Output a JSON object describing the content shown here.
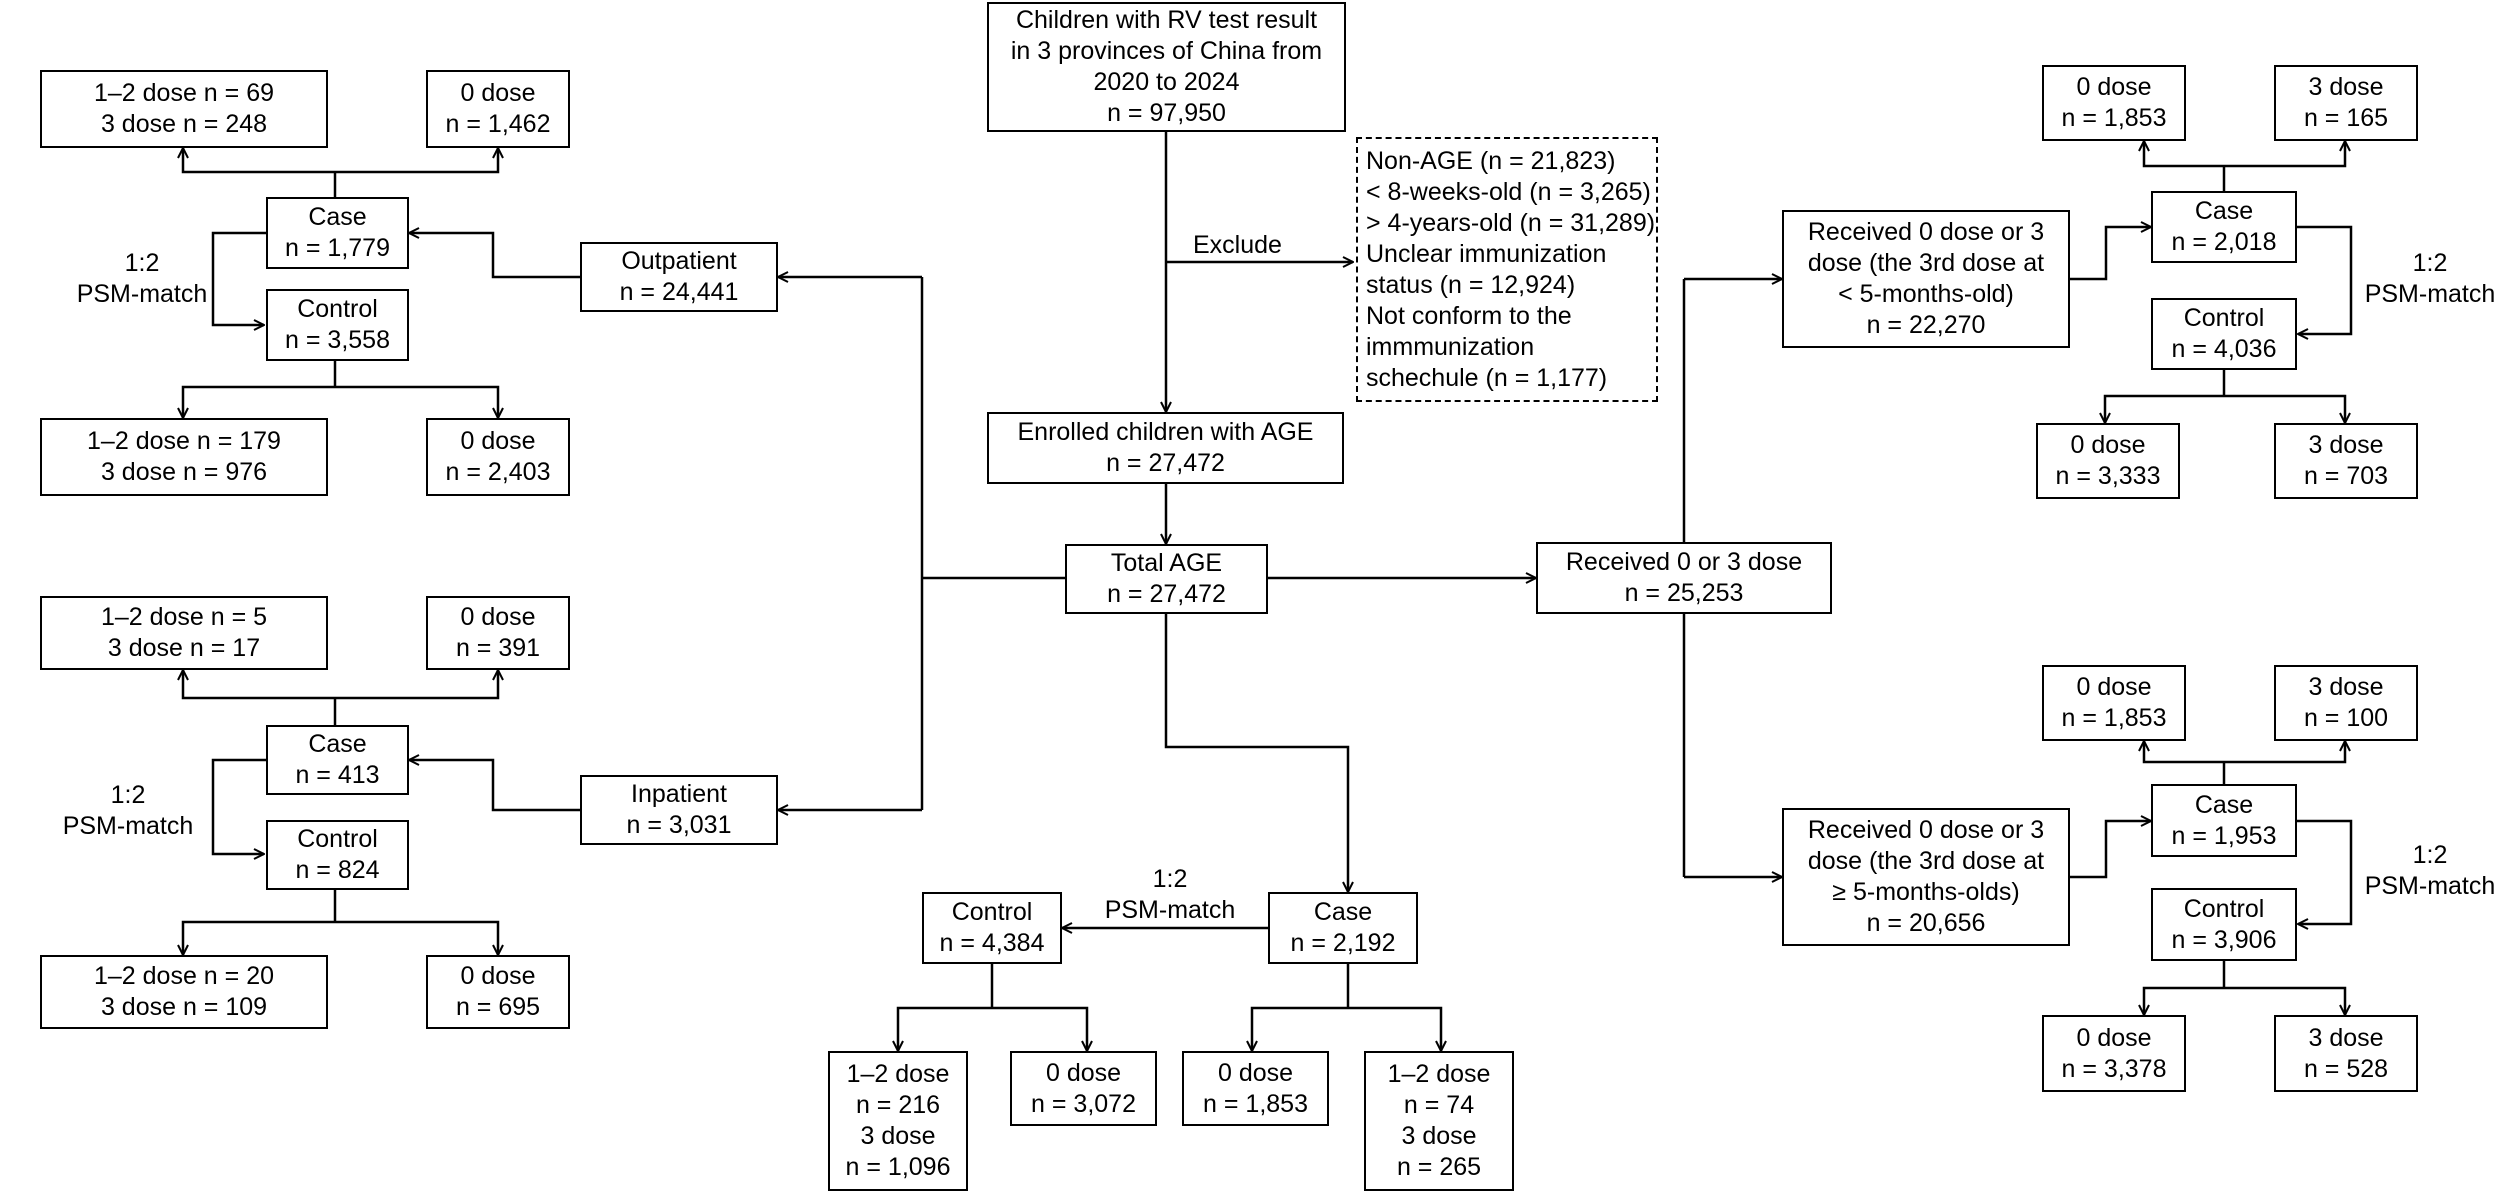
{
  "top": {
    "l1": "Children with RV test result",
    "l2": "in 3 provinces of China from",
    "l3": "2020 to 2024",
    "l4": "n = 97,950"
  },
  "exclude": {
    "label": "Exclude",
    "lines": [
      "Non-AGE (n = 21,823)",
      "< 8-weeks-old (n = 3,265)",
      "> 4-years-old (n = 31,289)",
      "Unclear immunization",
      "status (n = 12,924)",
      "Not conform to the",
      "immmunization",
      "schechule (n = 1,177)"
    ]
  },
  "enrolled": {
    "l1": "Enrolled children with AGE",
    "l2": "n = 27,472"
  },
  "total": {
    "l1": "Total AGE",
    "l2": "n = 27,472"
  },
  "outpatient": {
    "l1": "Outpatient",
    "l2": "n = 24,441"
  },
  "inpatient": {
    "l1": "Inpatient",
    "l2": "n = 3,031"
  },
  "received": {
    "l1": "Received 0 or 3 dose",
    "l2": "n = 25,253"
  },
  "psm_label": {
    "l1": "1:2",
    "l2": "PSM-match"
  },
  "out": {
    "case_top": {
      "l1": "1–2 dose n = 69",
      "l2": "3 dose n = 248"
    },
    "case_zero": {
      "l1": "0 dose",
      "l2": "n = 1,462"
    },
    "case": {
      "l1": "Case",
      "l2": "n = 1,779"
    },
    "control": {
      "l1": "Control",
      "l2": "n = 3,558"
    },
    "ctrl_bot": {
      "l1": "1–2 dose n = 179",
      "l2": "3 dose n = 976"
    },
    "ctrl_zero": {
      "l1": "0 dose",
      "l2": "n = 2,403"
    }
  },
  "inp": {
    "case_top": {
      "l1": "1–2 dose n = 5",
      "l2": "3 dose n = 17"
    },
    "case_zero": {
      "l1": "0 dose",
      "l2": "n = 391"
    },
    "case": {
      "l1": "Case",
      "l2": "n = 413"
    },
    "control": {
      "l1": "Control",
      "l2": "n = 824"
    },
    "ctrl_bot": {
      "l1": "1–2 dose n = 20",
      "l2": "3 dose n = 109"
    },
    "ctrl_zero": {
      "l1": "0 dose",
      "l2": "n = 695"
    }
  },
  "mid": {
    "control": {
      "l1": "Control",
      "l2": "n = 4,384"
    },
    "case": {
      "l1": "Case",
      "l2": "n = 2,192"
    },
    "ctrl_a": {
      "l1": "1–2 dose",
      "l2": "n = 216",
      "l3": "3 dose",
      "l4": "n = 1,096"
    },
    "ctrl_b": {
      "l1": "0 dose",
      "l2": "n = 3,072"
    },
    "case_a": {
      "l1": "0 dose",
      "l2": "n = 1,853"
    },
    "case_b": {
      "l1": "1–2 dose",
      "l2": "n = 74",
      "l3": "3 dose",
      "l4": "n = 265"
    }
  },
  "r1": {
    "rec": {
      "l1": "Received 0 dose or 3",
      "l2": "dose (the 3rd dose at",
      "l3": "< 5-months-old)",
      "l4": "n = 22,270"
    },
    "top0": {
      "l1": "0 dose",
      "l2": "n = 1,853"
    },
    "top3": {
      "l1": "3 dose",
      "l2": "n = 165"
    },
    "case": {
      "l1": "Case",
      "l2": "n = 2,018"
    },
    "control": {
      "l1": "Control",
      "l2": "n = 4,036"
    },
    "bot0": {
      "l1": "0 dose",
      "l2": "n = 3,333"
    },
    "bot3": {
      "l1": "3 dose",
      "l2": "n = 703"
    }
  },
  "r2": {
    "rec": {
      "l1": "Received 0 dose or 3",
      "l2": "dose (the 3rd dose at",
      "l3": "≥ 5-months-olds)",
      "l4": "n = 20,656"
    },
    "top0": {
      "l1": "0 dose",
      "l2": "n = 1,853"
    },
    "top3": {
      "l1": "3 dose",
      "l2": "n = 100"
    },
    "case": {
      "l1": "Case",
      "l2": "n = 1,953"
    },
    "control": {
      "l1": "Control",
      "l2": "n = 3,906"
    },
    "bot0": {
      "l1": "0 dose",
      "l2": "n = 3,378"
    },
    "bot3": {
      "l1": "3 dose",
      "l2": "n = 528"
    }
  }
}
